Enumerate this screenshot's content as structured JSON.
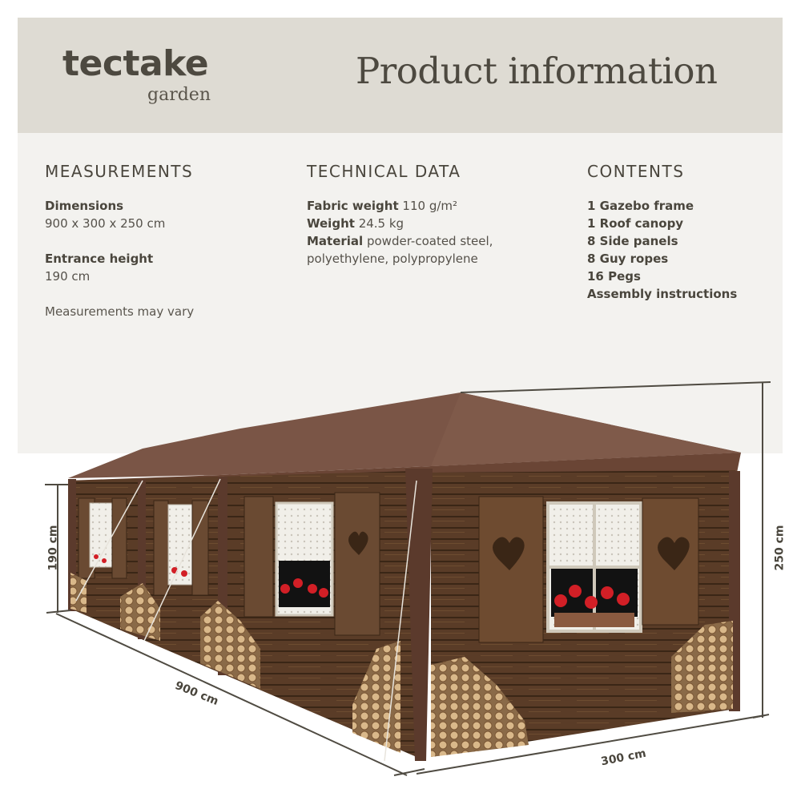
{
  "brand": {
    "name": "tectake",
    "sub": "garden"
  },
  "header": {
    "title": "Product information"
  },
  "measurements": {
    "heading": "MEASUREMENTS",
    "dimensions_label": "Dimensions",
    "dimensions_value": "900 x 300 x 250 cm",
    "entrance_label": "Entrance height",
    "entrance_value": "190 cm",
    "note": "Measurements may vary"
  },
  "technical": {
    "heading": "TECHNICAL DATA",
    "rows": [
      {
        "label": "Fabric weight",
        "value": "110 g/m²"
      },
      {
        "label": "Weight",
        "value": "24.5 kg"
      },
      {
        "label": "Material",
        "value": "powder-coated steel,"
      }
    ],
    "material_cont": "polyethylene, polypropylene"
  },
  "contents": {
    "heading": "CONTENTS",
    "items": [
      "1 Gazebo frame",
      "1 Roof canopy",
      "8 Side panels",
      "8 Guy ropes",
      "16 Pegs",
      "Assembly instructions"
    ]
  },
  "illustration": {
    "subject": "brown-party-tent-gazebo-with-alpine-cabin-print-side-panels",
    "dims": {
      "entrance_height": "190 cm",
      "total_height": "250 cm",
      "length": "900 cm",
      "width": "300 cm"
    }
  },
  "colors": {
    "header_bg": "#dedbd3",
    "panel_bg": "#f3f2ef",
    "text": "#4a463d",
    "canopy": "#6e4a3a",
    "wood": "#5a3c26"
  }
}
